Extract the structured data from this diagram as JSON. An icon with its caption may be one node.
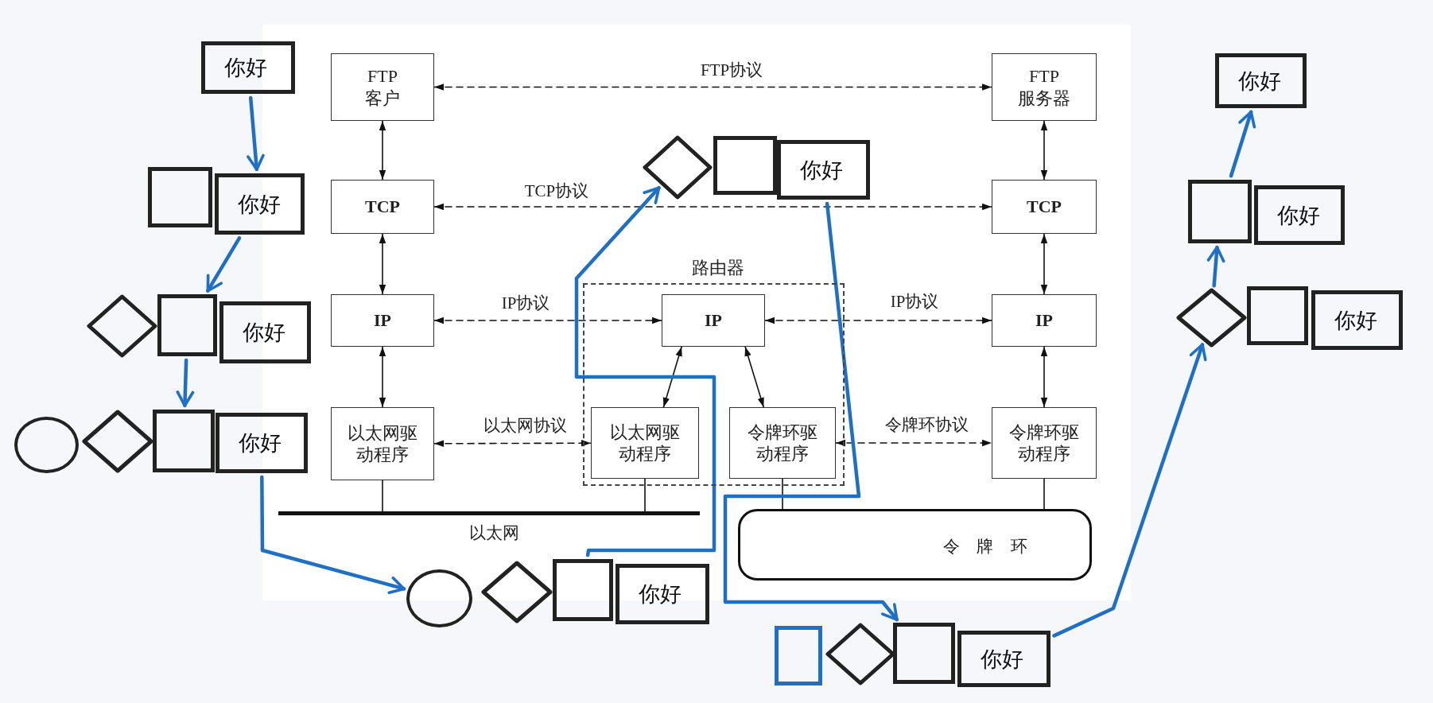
{
  "diagram": {
    "nodes": [
      {
        "text": [
          "FTP 客户"
        ]
      },
      {
        "text": [
          "FTP 服务器"
        ]
      },
      {
        "text": [
          "TCP"
        ]
      },
      {
        "text": [
          "TCP"
        ]
      },
      {
        "text": [
          "IP"
        ]
      },
      {
        "text": [
          "路由器"
        ]
      },
      {
        "text": [
          "IP"
        ],
        "in": 5
      },
      {
        "text": [
          "以太网驱动程序"
        ],
        "in": 5
      },
      {
        "text": [
          "令牌环驱动程序"
        ],
        "in": 5
      },
      {
        "text": [
          "IP"
        ]
      },
      {
        "text": [
          "以太网驱动程序"
        ]
      },
      {
        "text": [
          "令牌环驱动程序"
        ]
      },
      {
        "text": [
          "以太网"
        ]
      },
      {
        "text": [
          "令 牌 环"
        ]
      },
      {
        "text": [
          "你好"
        ]
      },
      {
        "text": [],
        "shape": "box"
      },
      {
        "text": [
          "你好"
        ]
      },
      {
        "text": [],
        "shape": "diamond"
      },
      {
        "text": [],
        "shape": "box"
      },
      {
        "text": [
          "你好"
        ]
      },
      {
        "text": [],
        "shape": "circle"
      },
      {
        "text": [],
        "shape": "diamond"
      },
      {
        "text": [],
        "shape": "box"
      },
      {
        "text": [
          "你好"
        ]
      },
      {
        "text": [],
        "shape": "circle"
      },
      {
        "text": [],
        "shape": "diamond"
      },
      {
        "text": [],
        "shape": "box"
      },
      {
        "text": [
          "你好"
        ]
      },
      {
        "text": [],
        "shape": "diamond"
      },
      {
        "text": [],
        "shape": "box"
      },
      {
        "text": [
          "你好"
        ]
      },
      {
        "text": [],
        "shape": "box"
      },
      {
        "text": [],
        "shape": "diamond"
      },
      {
        "text": [],
        "shape": "box"
      },
      {
        "text": [
          "你好"
        ]
      },
      {
        "text": [],
        "shape": "diamond"
      },
      {
        "text": [],
        "shape": "box"
      },
      {
        "text": [
          "你好"
        ]
      },
      {
        "text": [],
        "shape": "box"
      },
      {
        "text": [
          "你好"
        ]
      },
      {
        "text": [
          "你好"
        ]
      }
    ],
    "edges": [
      {
        "from": 0,
        "to": 1,
        "arrow": "both",
        "style": "dashed",
        "label": "FTP协议"
      },
      {
        "from": 2,
        "to": 3,
        "arrow": "both",
        "style": "dashed",
        "label": "TCP协议"
      },
      {
        "from": 4,
        "to": 6,
        "arrow": "both",
        "style": "dashed",
        "label": "IP协议"
      },
      {
        "from": 6,
        "to": 9,
        "arrow": "both",
        "style": "dashed",
        "label": "IP协议"
      },
      {
        "from": 10,
        "to": 7,
        "arrow": "both",
        "style": "dashed",
        "label": "以太网协议"
      },
      {
        "from": 8,
        "to": 11,
        "arrow": "both",
        "style": "dashed",
        "label": "令牌环协议"
      },
      {
        "from": 0,
        "to": 2,
        "arrow": "both"
      },
      {
        "from": 2,
        "to": 4,
        "arrow": "both"
      },
      {
        "from": 4,
        "to": 10,
        "arrow": "both"
      },
      {
        "from": 1,
        "to": 3,
        "arrow": "both"
      },
      {
        "from": 3,
        "to": 9,
        "arrow": "both"
      },
      {
        "from": 9,
        "to": 11,
        "arrow": "both"
      },
      {
        "from": 6,
        "to": 7,
        "arrow": "both"
      },
      {
        "from": 6,
        "to": 8,
        "arrow": "both"
      },
      {
        "from": 10,
        "to": 12,
        "arrow": "none"
      },
      {
        "from": 7,
        "to": 12,
        "arrow": "none"
      },
      {
        "from": 8,
        "to": 13,
        "arrow": "none"
      },
      {
        "from": 11,
        "to": 13,
        "arrow": "none"
      },
      {
        "from": 14,
        "to": 16,
        "arrow": "to",
        "style": "thick",
        "color": "#1f6fc5"
      },
      {
        "from": 16,
        "to": 18,
        "arrow": "to",
        "style": "thick",
        "color": "#1f6fc5"
      },
      {
        "from": 18,
        "to": 22,
        "arrow": "to",
        "style": "thick",
        "color": "#1f6fc5"
      },
      {
        "from": 23,
        "to": 24,
        "arrow": "to",
        "style": "thick",
        "color": "#1f6fc5"
      },
      {
        "from": 26,
        "to": 28,
        "arrow": "to",
        "style": "thick",
        "color": "#1f6fc5"
      },
      {
        "from": 30,
        "to": 33,
        "arrow": "to",
        "style": "thick",
        "color": "#1f6fc5"
      },
      {
        "from": 34,
        "to": 35,
        "arrow": "to",
        "style": "thick",
        "color": "#1f6fc5"
      },
      {
        "from": 35,
        "to": 38,
        "arrow": "to",
        "style": "thick",
        "color": "#1f6fc5"
      },
      {
        "from": 38,
        "to": 40,
        "arrow": "to",
        "style": "thick",
        "color": "#1f6fc5"
      }
    ]
  }
}
